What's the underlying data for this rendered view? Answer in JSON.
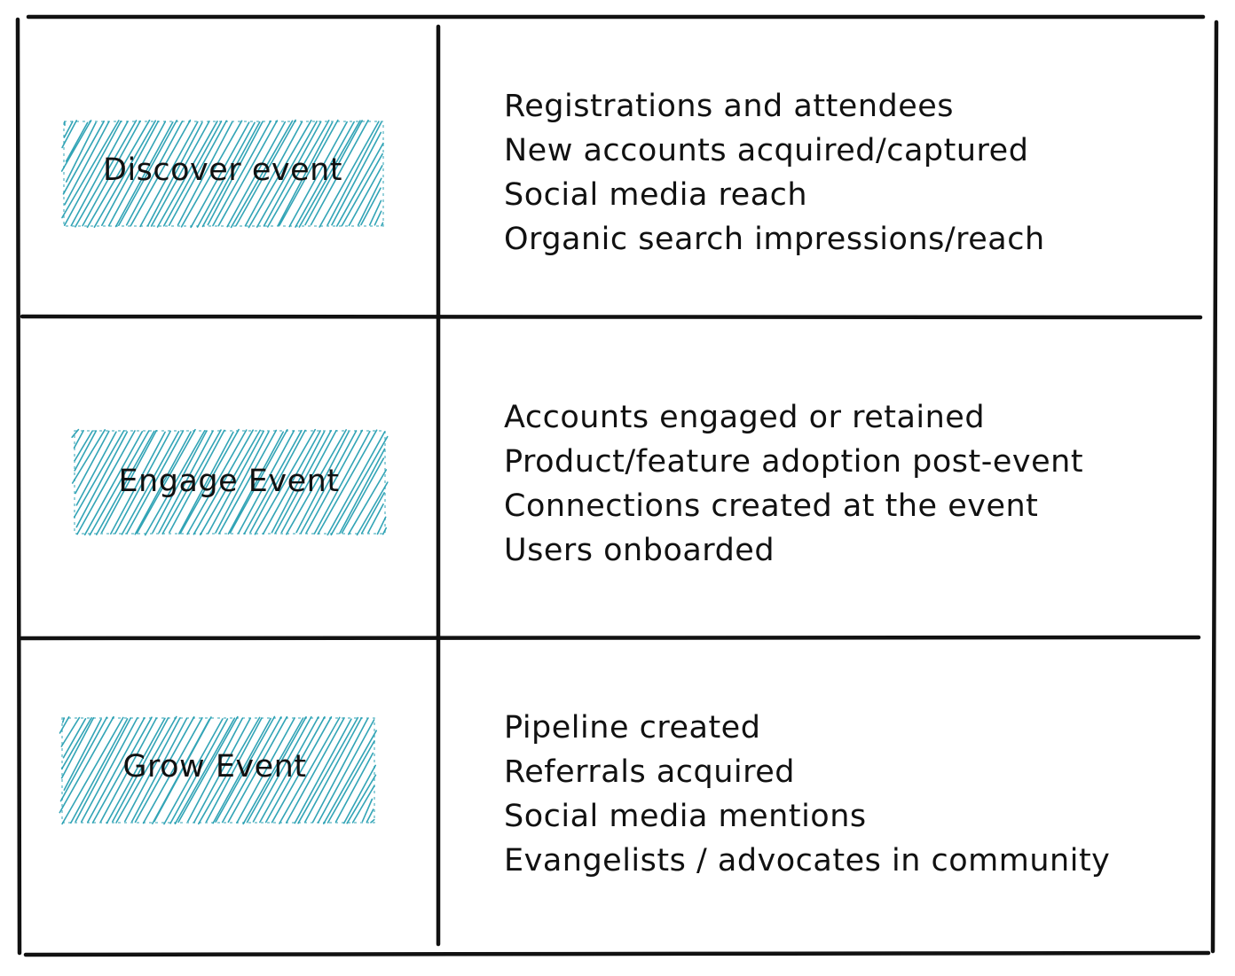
{
  "colors": {
    "line": "#111111",
    "hatch": "#1c9aae"
  },
  "rows": [
    {
      "label": "Discover event",
      "metrics": [
        "Registrations and attendees",
        "New accounts acquired/captured",
        "Social media reach",
        "Organic search impressions/reach"
      ]
    },
    {
      "label": "Engage Event",
      "metrics": [
        "Accounts engaged or retained",
        "Product/feature adoption post-event",
        "Connections created at the event",
        "Users onboarded"
      ]
    },
    {
      "label": "Grow Event",
      "metrics": [
        "Pipeline created",
        "Referrals acquired",
        "Social media mentions",
        "Evangelists / advocates in community"
      ]
    }
  ]
}
